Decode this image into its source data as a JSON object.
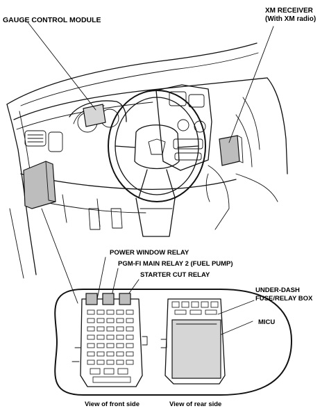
{
  "labels": {
    "gauge_control_module": "GAUGE CONTROL MODULE",
    "xm_receiver_line1": "XM RECEIVER",
    "xm_receiver_line2": "(With XM radio)",
    "power_window_relay": "POWER WINDOW RELAY",
    "pgm_fi_main_relay": "PGM-FI MAIN RELAY 2 (FUEL PUMP)",
    "starter_cut_relay": "STARTER CUT RELAY",
    "under_dash_line1": "UNDER-DASH",
    "under_dash_line2": "FUSE/RELAY BOX",
    "micu": "MICU",
    "view_front": "View of front side",
    "view_rear": "View of rear side"
  }
}
